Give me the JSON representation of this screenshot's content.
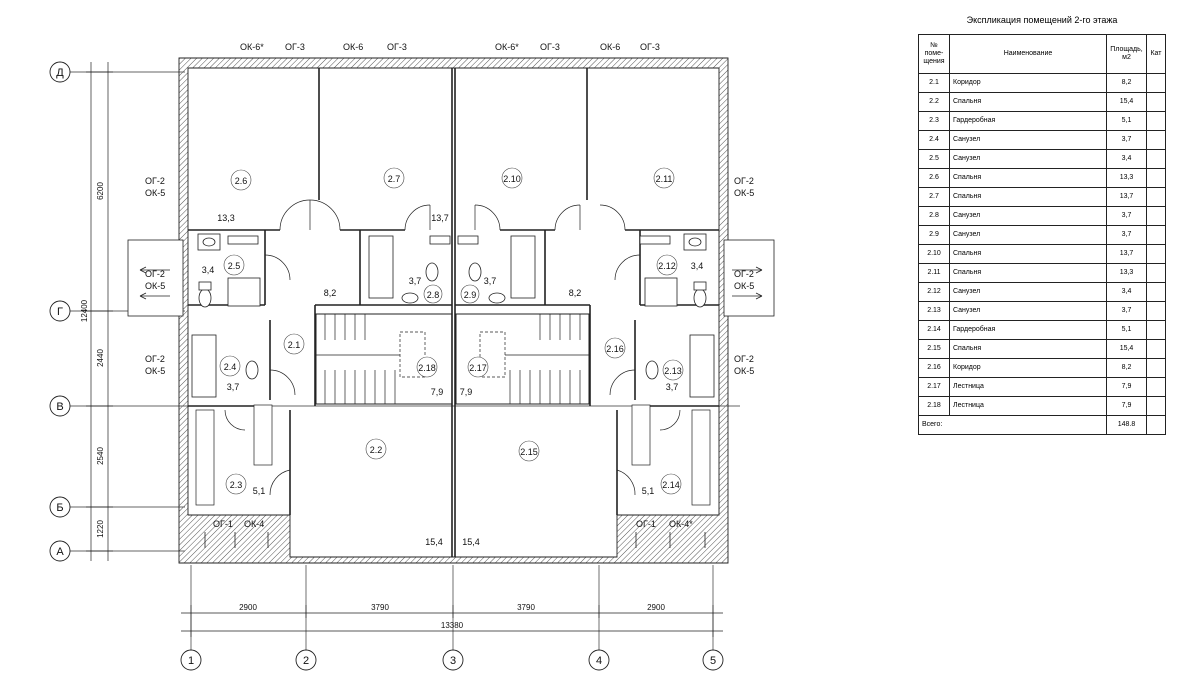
{
  "table": {
    "title": "Экспликация помещений 2-го этажа",
    "headers": [
      "№ поме-щения",
      "Наименование",
      "Площадь, м2",
      "Кат"
    ],
    "rows": [
      [
        "2.1",
        "Коридор",
        "8,2"
      ],
      [
        "2.2",
        "Спальня",
        "15,4"
      ],
      [
        "2.3",
        "Гардеробная",
        "5,1"
      ],
      [
        "2.4",
        "Санузел",
        "3,7"
      ],
      [
        "2.5",
        "Санузел",
        "3,4"
      ],
      [
        "2.6",
        "Спальня",
        "13,3"
      ],
      [
        "2.7",
        "Спальня",
        "13,7"
      ],
      [
        "2.8",
        "Санузел",
        "3,7"
      ],
      [
        "2.9",
        "Санузел",
        "3,7"
      ],
      [
        "2.10",
        "Спальня",
        "13,7"
      ],
      [
        "2.11",
        "Спальня",
        "13,3"
      ],
      [
        "2.12",
        "Санузел",
        "3,4"
      ],
      [
        "2.13",
        "Санузел",
        "3,7"
      ],
      [
        "2.14",
        "Гардеробная",
        "5,1"
      ],
      [
        "2.15",
        "Спальня",
        "15,4"
      ],
      [
        "2.16",
        "Коридор",
        "8,2"
      ],
      [
        "2.17",
        "Лестница",
        "7,9"
      ],
      [
        "2.18",
        "Лестница",
        "7,9"
      ]
    ],
    "total_label": "Всего:",
    "total_value": "148.8"
  },
  "plan": {
    "axes_letters": [
      "Д",
      "Г",
      "В",
      "Б",
      "А"
    ],
    "axes_numbers": [
      "1",
      "2",
      "3",
      "4",
      "5"
    ],
    "dims_vertical": [
      "6200",
      "2440",
      "2540",
      "1220"
    ],
    "dim_vertical_total": "12400",
    "dims_horizontal": [
      "2900",
      "3790",
      "3790",
      "2900"
    ],
    "dim_horizontal_total": "13380",
    "top_labels": [
      "ОК-6*",
      "ОГ-3",
      "ОК-6",
      "ОГ-3",
      "ОК-6*",
      "ОГ-3",
      "ОК-6",
      "ОГ-3"
    ],
    "bottom_labels": [
      "ОГ-1",
      "ОК-4",
      "ОГ-1",
      "ОК-4*"
    ],
    "side_label_pairs": [
      [
        "ОГ-2",
        "ОК-5"
      ],
      [
        "ОГ-2",
        "ОК-5"
      ],
      [
        "ОГ-2",
        "ОК-5"
      ],
      [
        "ОГ-2",
        "ОК-5"
      ],
      [
        "ОГ-2",
        "ОК-5"
      ],
      [
        "ОГ-2",
        "ОК-5"
      ]
    ],
    "rooms": [
      {
        "id": "2.6",
        "area": "13,3"
      },
      {
        "id": "2.7",
        "area": "13,7"
      },
      {
        "id": "2.10",
        "area": ""
      },
      {
        "id": "2.11",
        "area": ""
      },
      {
        "id": "2.5",
        "area": "3,4"
      },
      {
        "id": "2.12",
        "area": "3,4"
      },
      {
        "id": "2.8",
        "area": "3,7"
      },
      {
        "id": "2.9",
        "area": "3,7"
      },
      {
        "id": "2.1",
        "area": "8,2"
      },
      {
        "id": "2.16",
        "area": "8,2"
      },
      {
        "id": "2.18",
        "area": "7,9"
      },
      {
        "id": "2.17",
        "area": "7,9"
      },
      {
        "id": "2.4",
        "area": "3,7"
      },
      {
        "id": "2.13",
        "area": "3,7"
      },
      {
        "id": "2.2",
        "area": "15,4"
      },
      {
        "id": "2.15",
        "area": "15,4"
      },
      {
        "id": "2.3",
        "area": "5,1"
      },
      {
        "id": "2.14",
        "area": "5,1"
      }
    ]
  }
}
